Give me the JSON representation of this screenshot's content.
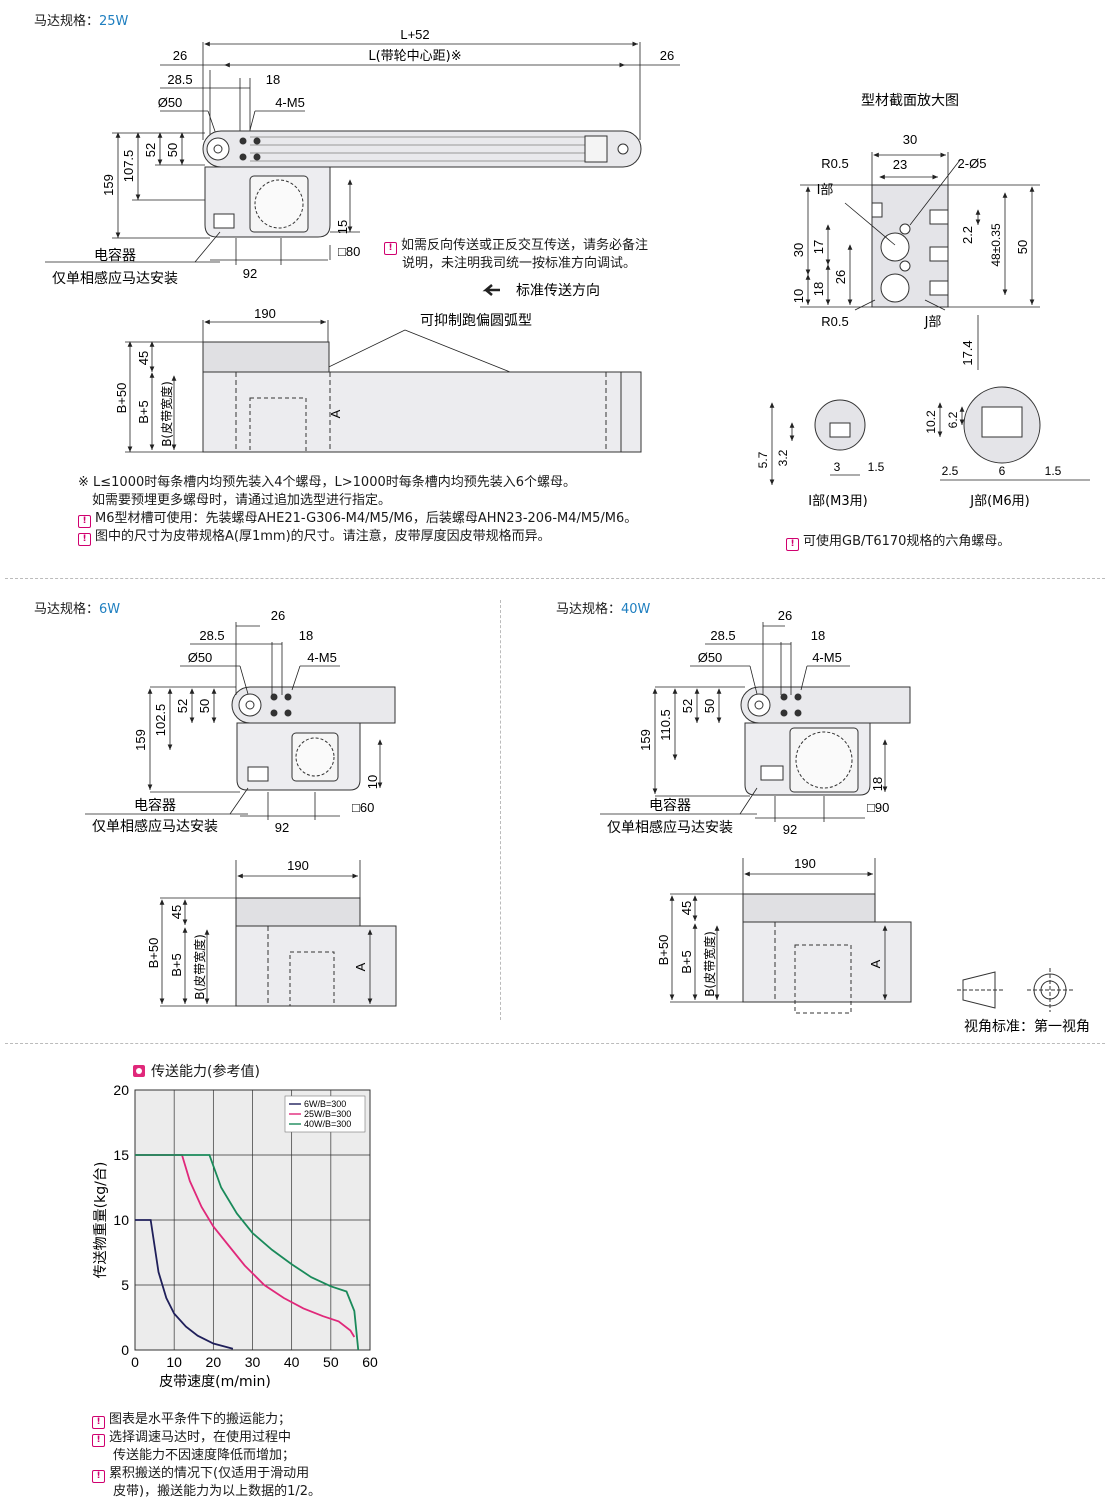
{
  "sections": {
    "top": {
      "motor_label": "马达规格：",
      "motor_value": "25W",
      "dims": {
        "L52": "L+52",
        "Lnote": "L(带轮中心距)※",
        "d26a": "26",
        "d26b": "26",
        "d285": "28.5",
        "d18": "18",
        "phi50": "Ø50",
        "m5": "4-M5",
        "h159": "159",
        "h1075": "107.5",
        "h52": "52",
        "h50": "50",
        "h15": "15",
        "sq80": "□80",
        "w92": "92",
        "w190": "190",
        "b50": "B+50",
        "b5": "B+5",
        "bw": "B(皮带宽度)",
        "h45": "45",
        "a": "A"
      },
      "capacitor": "电容器",
      "capacitor_note": "仅单相感应马达安装",
      "arc_label": "可抑制跑偏圆弧型",
      "reverse_note": "如需反向传送或正反交互传送，请务必备注",
      "reverse_note2": "说明，未注明我司统一按标准方向调试。",
      "direction": "标准传送方向",
      "notes": [
        "※ L≤1000时每条槽内均预先装入4个螺母，L>1000时每条槽内均预先装入6个螺母。",
        "如需要预埋更多螺母时，请通过追加选型进行指定。",
        "M6型材槽可使用：先装螺母AHE21-G306-M4/M5/M6，后装螺母AHN23-206-M4/M5/M6。",
        "图中的尺寸为皮带规格A(厚1mm)的尺寸。请注意，皮带厚度因皮带规格而异。"
      ]
    },
    "profile": {
      "title": "型材截面放大图",
      "dims": {
        "w30": "30",
        "w23": "23",
        "r05a": "R0.5",
        "r05b": "R0.5",
        "d25": "2-Ø5",
        "ibu": "I部",
        "jbu": "J部",
        "v30": "30",
        "v17": "17",
        "v10": "10",
        "v18": "18",
        "v26": "26",
        "v22": "2.2",
        "v48": "48±0.35",
        "v50": "50",
        "v174": "17.4"
      },
      "i_label": "I部(M3用)",
      "j_label": "J部(M6用)",
      "i_dims": {
        "h57": "5.7",
        "h32": "3.2",
        "w3": "3",
        "w15": "1.5"
      },
      "j_dims": {
        "h102": "10.2",
        "h62": "6.2",
        "w25": "2.5",
        "w6": "6",
        "w15": "1.5"
      },
      "nut_note": "可使用GB/T6170规格的六角螺母。"
    },
    "m6w": {
      "motor_label": "马达规格：",
      "motor_value": "6W",
      "dims": {
        "d26": "26",
        "d285": "28.5",
        "d18": "18",
        "phi50": "Ø50",
        "m5": "4-M5",
        "h159": "159",
        "h1025": "102.5",
        "h52": "52",
        "h50": "50",
        "h10": "10",
        "sq60": "□60",
        "w92": "92",
        "w190": "190",
        "b50": "B+50",
        "b5": "B+5",
        "bw": "B(皮带宽度)",
        "h45": "45",
        "a": "A"
      },
      "capacitor": "电容器",
      "capacitor_note": "仅单相感应马达安装"
    },
    "m40w": {
      "motor_label": "马达规格：",
      "motor_value": "40W",
      "dims": {
        "d26": "26",
        "d285": "28.5",
        "d18": "18",
        "phi50": "Ø50",
        "m5": "4-M5",
        "h159": "159",
        "h1105": "110.5",
        "h52": "52",
        "h50": "50",
        "h18": "18",
        "sq90": "□90",
        "w92": "92",
        "w190": "190",
        "b50": "B+50",
        "b5": "B+5",
        "bw": "B(皮带宽度)",
        "h45": "45",
        "a": "A"
      },
      "capacitor": "电容器",
      "capacitor_note": "仅单相感应马达安装",
      "view_standard": "视角标准：第一视角"
    }
  },
  "chart_data": {
    "type": "line",
    "title": "传送能力(参考值)",
    "xlabel": "皮带速度(m/min)",
    "ylabel": "传送物重量(kg/台)",
    "xlim": [
      0,
      60
    ],
    "ylim": [
      0,
      20
    ],
    "x_ticks": [
      0,
      10,
      20,
      30,
      40,
      50,
      60
    ],
    "y_ticks": [
      0,
      5,
      10,
      15,
      20
    ],
    "grid": true,
    "legend": "top-right",
    "series": [
      {
        "name": "6W/B=300",
        "color": "#1f1f5a",
        "x": [
          0,
          4,
          5,
          6,
          8,
          10,
          13,
          16,
          20,
          25
        ],
        "y": [
          10,
          10,
          8,
          6,
          4,
          2.8,
          1.8,
          1.1,
          0.5,
          0.1
        ]
      },
      {
        "name": "25W/B=300",
        "color": "#e0287a",
        "x": [
          0,
          12,
          14,
          17,
          20,
          24,
          28,
          33,
          38,
          43,
          48,
          52,
          55,
          56
        ],
        "y": [
          15,
          15,
          13,
          11,
          9.5,
          8,
          6.5,
          5,
          4,
          3.2,
          2.6,
          2.2,
          1.5,
          1
        ]
      },
      {
        "name": "40W/B=300",
        "color": "#1a8a5a",
        "x": [
          0,
          19,
          22,
          26,
          30,
          35,
          40,
          45,
          50,
          54,
          56,
          57
        ],
        "y": [
          15,
          15,
          12.5,
          10.5,
          9,
          7.7,
          6.6,
          5.6,
          4.9,
          4.5,
          3,
          0
        ]
      }
    ]
  },
  "chart_notes": [
    "图表是水平条件下的搬运能力；",
    "选择调速马达时，在使用过程中",
    "传送能力不因速度降低而增加；",
    "累积搬送的情况下(仅适用于滑动用",
    "皮带)，搬送能力为以上数据的1/2。"
  ],
  "colors": {
    "accent_blue": "#1f7fc0",
    "magenta": "#d0006f"
  }
}
